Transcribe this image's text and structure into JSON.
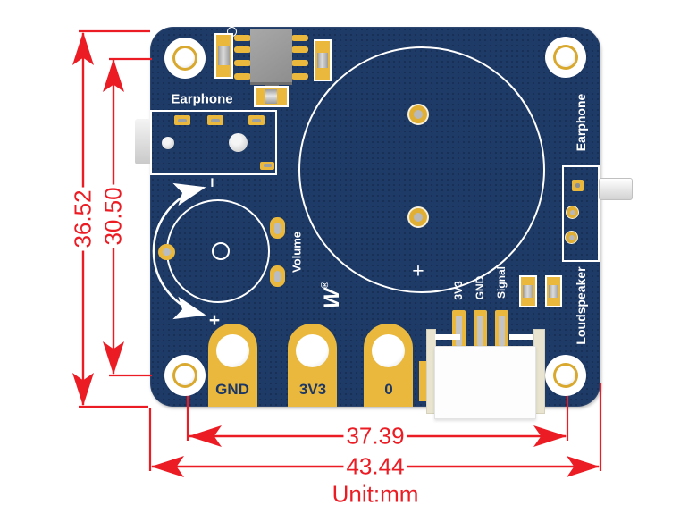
{
  "board": {
    "silk": {
      "earphone_top": "Earphone",
      "volume": "Volume",
      "pot_minus": "−",
      "pot_plus": "+",
      "speaker_plus": "+",
      "logo": "W",
      "logo_reg": "®",
      "signal_pins": [
        "3V3",
        "GND",
        "Signal"
      ],
      "side_earphone": "Earphone",
      "side_loudspeaker": "Loudspeaker",
      "power_pads": [
        "GND",
        "3V3",
        "0"
      ]
    },
    "colors": {
      "pcb": "#1e3a66",
      "gold": "#e9b83d",
      "silk": "#ffffff",
      "pad_label": "#1c3765"
    }
  },
  "dimensions": {
    "unit_label": "Unit:mm",
    "color": "#ec1c24",
    "vertical": [
      {
        "label": "36.52"
      },
      {
        "label": "30.50"
      }
    ],
    "horizontal": [
      {
        "label": "37.39"
      },
      {
        "label": "43.44"
      }
    ]
  }
}
